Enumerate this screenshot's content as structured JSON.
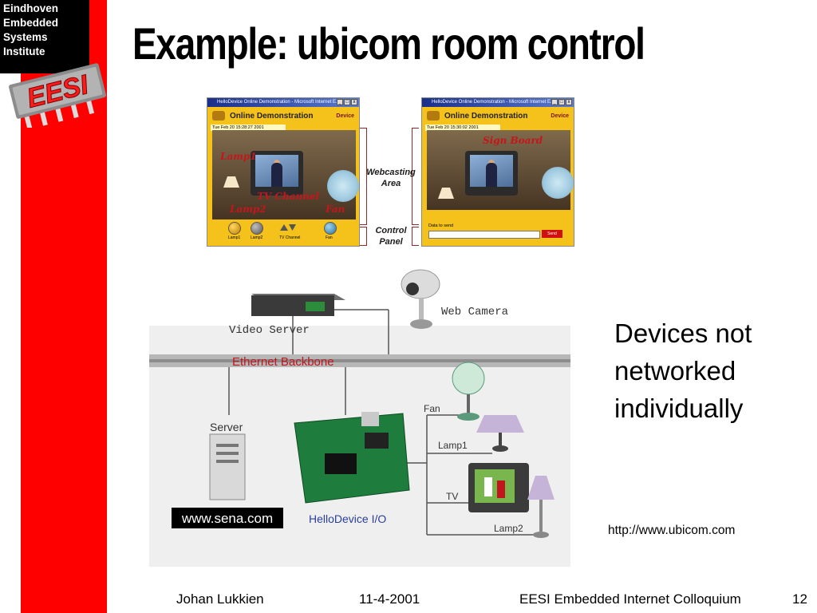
{
  "branding": {
    "institute_lines": [
      "Eindhoven",
      "Embedded",
      "Systems",
      "Institute"
    ],
    "logo_letters": "EESI",
    "accent_red": "#ff0000"
  },
  "slide": {
    "title": "Example: ubicom room control",
    "side_text_lines": [
      "Devices not",
      "networked",
      "individually"
    ],
    "url": "http://www.ubicom.com"
  },
  "demo": {
    "window_title": "HelloDevice Online Demonstration - Microsoft Internet E...",
    "window_buttons": [
      "_",
      "□",
      "x"
    ],
    "heading": "Online Demonstration",
    "brand_small": "Device",
    "left": {
      "date": "Tue Feb 20 15:28:27 2001",
      "annotations": [
        "Lamp1",
        "TV Channel",
        "Lamp2",
        "Fan"
      ],
      "controls": [
        "Lamp1",
        "Lamp2",
        "TV Channel",
        "Fan"
      ]
    },
    "right": {
      "date": "Tue Feb 20 15:30:02 2001",
      "annotation": "Sign Board",
      "send_label": "Data to send",
      "send_button": "Send"
    },
    "callouts": {
      "webcast": [
        "Webcasting",
        "Area"
      ],
      "control": [
        "Control",
        "Panel"
      ]
    }
  },
  "network": {
    "video_server": "Video Server",
    "web_camera": "Web Camera",
    "backbone": "Ethernet Backbone",
    "server": "Server",
    "sena": "www.sena.com",
    "hellodevice": "HelloDevice I/O",
    "devices": [
      "Fan",
      "Lamp1",
      "TV",
      "Lamp2"
    ],
    "backbone_color": "#b7b7b7",
    "backbone_text_color": "#c0161c"
  },
  "footer": {
    "author": "Johan Lukkien",
    "date": "11-4-2001",
    "event": "EESI Embedded Internet Colloquium",
    "page": "12"
  }
}
